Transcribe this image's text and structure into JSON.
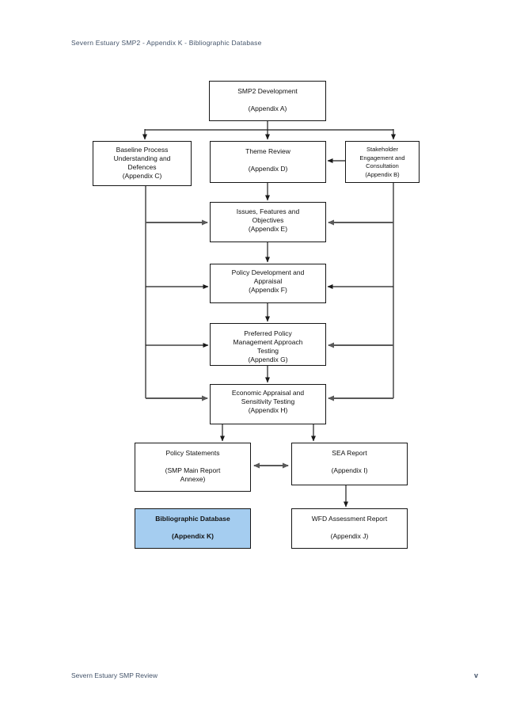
{
  "page": {
    "header": "Severn Estuary SMP2 - Appendix K - Bibliographic Database",
    "footer_left": "Severn Estuary SMP Review",
    "footer_right": "v"
  },
  "colors": {
    "header_footer_text": "#44546a",
    "box_border": "#161616",
    "highlight_fill": "#a5cdf0",
    "connector_dark": "#1a1a1a",
    "connector_gray": "#595959"
  },
  "diagram": {
    "nodes": {
      "smp2": {
        "lines": [
          "SMP2 Development",
          "",
          "(Appendix A)"
        ]
      },
      "baseline": {
        "lines": [
          "Baseline Process",
          "Understanding and",
          "Defences",
          "(Appendix C)"
        ]
      },
      "theme": {
        "lines": [
          "Theme Review",
          "",
          "(Appendix D)"
        ]
      },
      "stakeholder": {
        "lines": [
          "Stakeholder",
          "Engagement and",
          "Consultation",
          "(Appendix B)"
        ]
      },
      "issues": {
        "lines": [
          "Issues, Features and",
          "Objectives",
          "(Appendix E)"
        ]
      },
      "policy_dev": {
        "lines": [
          "Policy Development and",
          "Appraisal",
          "(Appendix F)"
        ]
      },
      "preferred": {
        "lines": [
          "Preferred Policy",
          "Management Approach",
          "Testing",
          "(Appendix G)"
        ]
      },
      "economic": {
        "lines": [
          "Economic Appraisal and",
          "Sensitivity Testing",
          "(Appendix H)"
        ]
      },
      "policy_statements": {
        "lines": [
          "Policy Statements",
          "",
          "(SMP Main Report",
          "Annexe)"
        ]
      },
      "sea": {
        "lines": [
          "SEA Report",
          "",
          "(Appendix I)"
        ]
      },
      "biblio": {
        "lines": [
          "Bibliographic Database",
          "",
          "(Appendix K)"
        ]
      },
      "wfd": {
        "lines": [
          "WFD Assessment Report",
          "",
          "(Appendix J)"
        ]
      }
    }
  }
}
